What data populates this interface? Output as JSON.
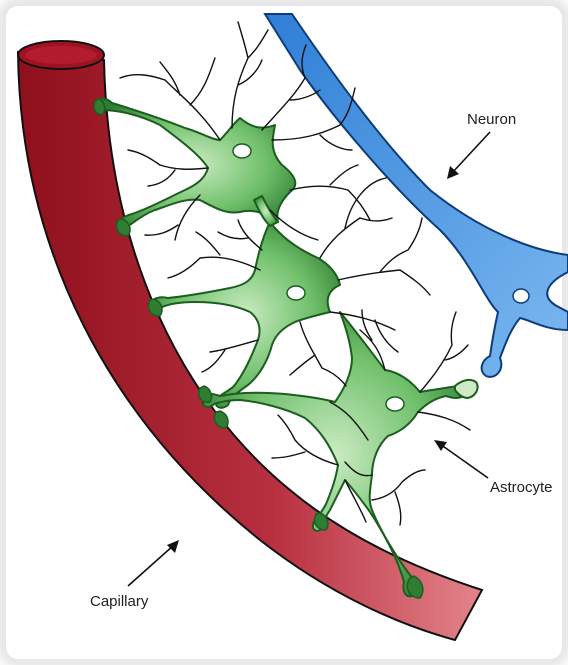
{
  "labels": {
    "neuron": "Neuron",
    "astrocyte": "Astrocyte",
    "capillary": "Capillary"
  },
  "colors": {
    "capillary_light": "#e07a80",
    "capillary_dark": "#9b1020",
    "astrocyte_light": "#bfe3b8",
    "astrocyte_dark": "#2e7d32",
    "neuron": "#3b8fe0",
    "outline": "#111111"
  },
  "icons": [
    "arrow-icon"
  ]
}
